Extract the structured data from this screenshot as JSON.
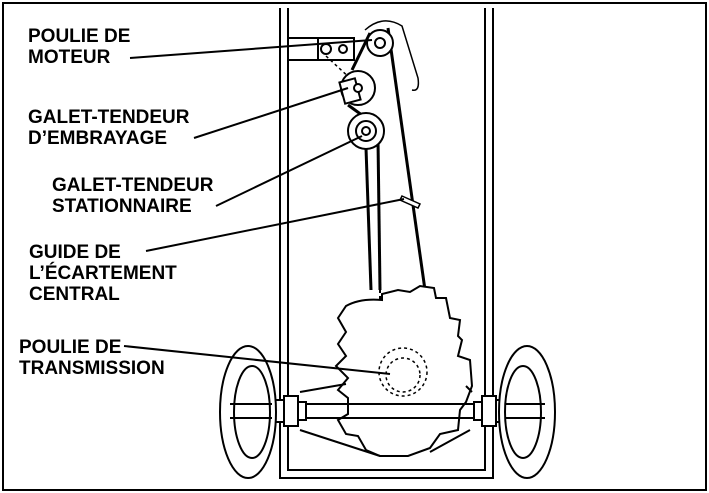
{
  "labels": {
    "engine_pulley": [
      "POULIE DE",
      "MOTEUR"
    ],
    "clutch_idler": [
      "GALET-TENDEUR",
      "D’EMBRAYAGE"
    ],
    "stationary_idler": [
      "GALET-TENDEUR",
      "STATIONNAIRE"
    ],
    "center_span_guide": [
      "GUIDE DE",
      "L’ÉCARTEMENT",
      "CENTRAL"
    ],
    "transmission_pulley": [
      "POULIE DE",
      "TRANSMISSION"
    ]
  },
  "colors": {
    "line": "#000000",
    "background": "#ffffff"
  }
}
